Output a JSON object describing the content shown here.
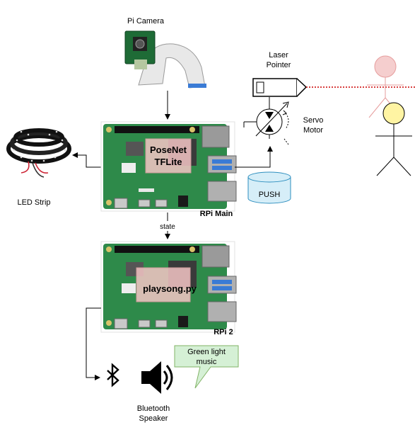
{
  "camera": {
    "label": "Pi Camera"
  },
  "laser": {
    "label_line1": "Laser",
    "label_line2": "Pointer"
  },
  "servo": {
    "label_line1": "Servo",
    "label_line2": "Motor"
  },
  "led": {
    "label": "LED Strip"
  },
  "rpi_main": {
    "name": "RPi Main",
    "software_line1": "PoseNet",
    "software_line2": "TFLite"
  },
  "push": {
    "label": "PUSH"
  },
  "link": {
    "label": "state"
  },
  "rpi2": {
    "name": "RPi 2",
    "software": "playsong.py"
  },
  "speaker": {
    "label_line1": "Bluetooth",
    "label_line2": "Speaker"
  },
  "callout": {
    "line1": "Green light",
    "line2": "music"
  },
  "colors": {
    "board_green": "#2e8a4a",
    "board_dark": "#1e6b36",
    "overlay_pink": "#f4c6c6",
    "push_fill": "#d6eef8",
    "push_stroke": "#2e8fbf",
    "callout_fill": "#d5f0d5",
    "callout_stroke": "#82b366",
    "laser_beam": "#cc0000",
    "head_red": "#f4c6c6",
    "head_yellow": "#fff4a3"
  }
}
